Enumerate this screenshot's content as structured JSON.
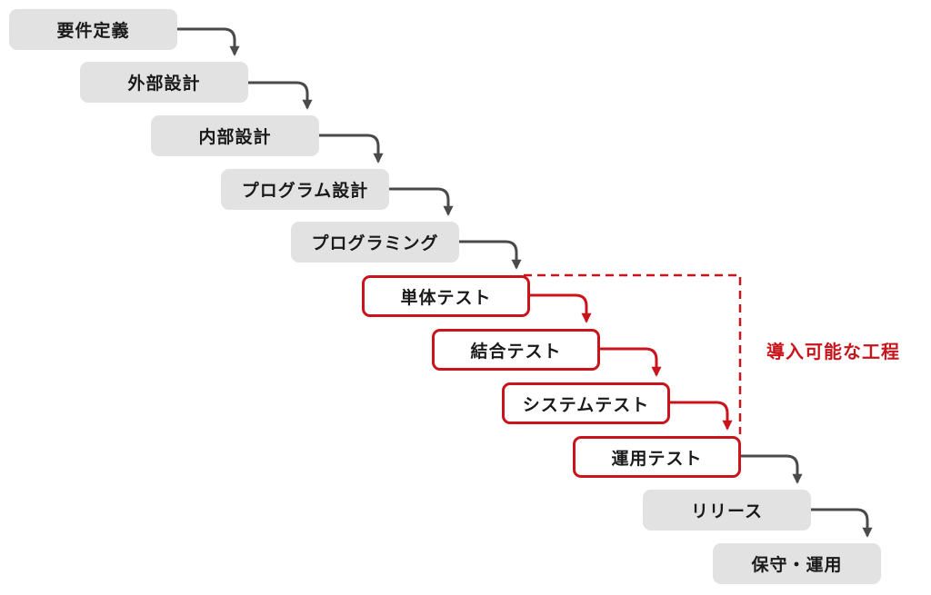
{
  "diagram": {
    "type": "waterfall-process-flow",
    "phases": [
      {
        "label": "要件定義",
        "style": "standard"
      },
      {
        "label": "外部設計",
        "style": "standard"
      },
      {
        "label": "内部設計",
        "style": "standard"
      },
      {
        "label": "プログラム設計",
        "style": "standard"
      },
      {
        "label": "プログラミング",
        "style": "standard"
      },
      {
        "label": "単体テスト",
        "style": "highlight"
      },
      {
        "label": "結合テスト",
        "style": "highlight"
      },
      {
        "label": "システムテスト",
        "style": "highlight"
      },
      {
        "label": "運用テスト",
        "style": "highlight"
      },
      {
        "label": "リリース",
        "style": "standard"
      },
      {
        "label": "保守・運用",
        "style": "standard"
      }
    ],
    "annotation": {
      "label": "導入可能な工程"
    },
    "colors": {
      "background": "#ffffff",
      "phase_fill": "#e2e2e2",
      "phase_text": "#1a1a1a",
      "arrow": "#4a4a4a",
      "highlight_red": "#c9141c"
    }
  }
}
